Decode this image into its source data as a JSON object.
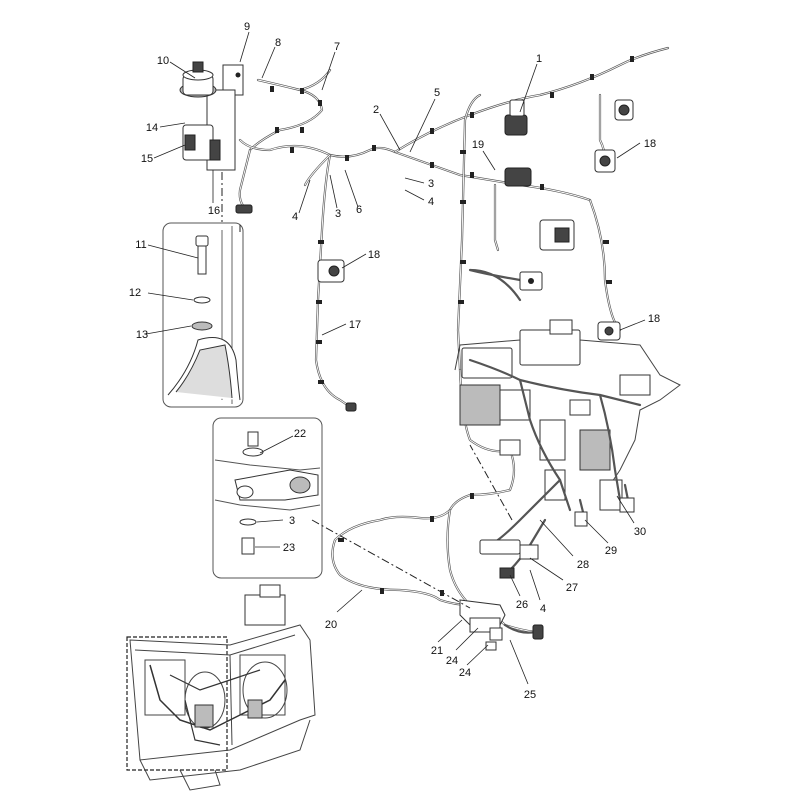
{
  "callouts": [
    {
      "id": "c9",
      "text": "9"
    },
    {
      "id": "c8",
      "text": "8"
    },
    {
      "id": "c7",
      "text": "7"
    },
    {
      "id": "c10",
      "text": "10"
    },
    {
      "id": "c14",
      "text": "14"
    },
    {
      "id": "c15",
      "text": "15"
    },
    {
      "id": "c16",
      "text": "16"
    },
    {
      "id": "c1",
      "text": "1"
    },
    {
      "id": "c2",
      "text": "2"
    },
    {
      "id": "c5",
      "text": "5"
    },
    {
      "id": "c19",
      "text": "19"
    },
    {
      "id": "c18a",
      "text": "18"
    },
    {
      "id": "c3a",
      "text": "3"
    },
    {
      "id": "c4a",
      "text": "4"
    },
    {
      "id": "c4b",
      "text": "4"
    },
    {
      "id": "c3b",
      "text": "3"
    },
    {
      "id": "c6",
      "text": "6"
    },
    {
      "id": "c18b",
      "text": "18"
    },
    {
      "id": "c17",
      "text": "17"
    },
    {
      "id": "c18c",
      "text": "18"
    },
    {
      "id": "c11",
      "text": "11"
    },
    {
      "id": "c12",
      "text": "12"
    },
    {
      "id": "c13",
      "text": "13"
    },
    {
      "id": "c22",
      "text": "22"
    },
    {
      "id": "c3c",
      "text": "3"
    },
    {
      "id": "c23",
      "text": "23"
    },
    {
      "id": "c30",
      "text": "30"
    },
    {
      "id": "c29",
      "text": "29"
    },
    {
      "id": "c28",
      "text": "28"
    },
    {
      "id": "c27",
      "text": "27"
    },
    {
      "id": "c26",
      "text": "26"
    },
    {
      "id": "c4c",
      "text": "4"
    },
    {
      "id": "c20",
      "text": "20"
    },
    {
      "id": "c21",
      "text": "21"
    },
    {
      "id": "c24a",
      "text": "24"
    },
    {
      "id": "c24b",
      "text": "24"
    },
    {
      "id": "c25",
      "text": "25"
    }
  ],
  "colors": {
    "line": "#555555",
    "ink": "#111111",
    "paper": "#ffffff"
  }
}
